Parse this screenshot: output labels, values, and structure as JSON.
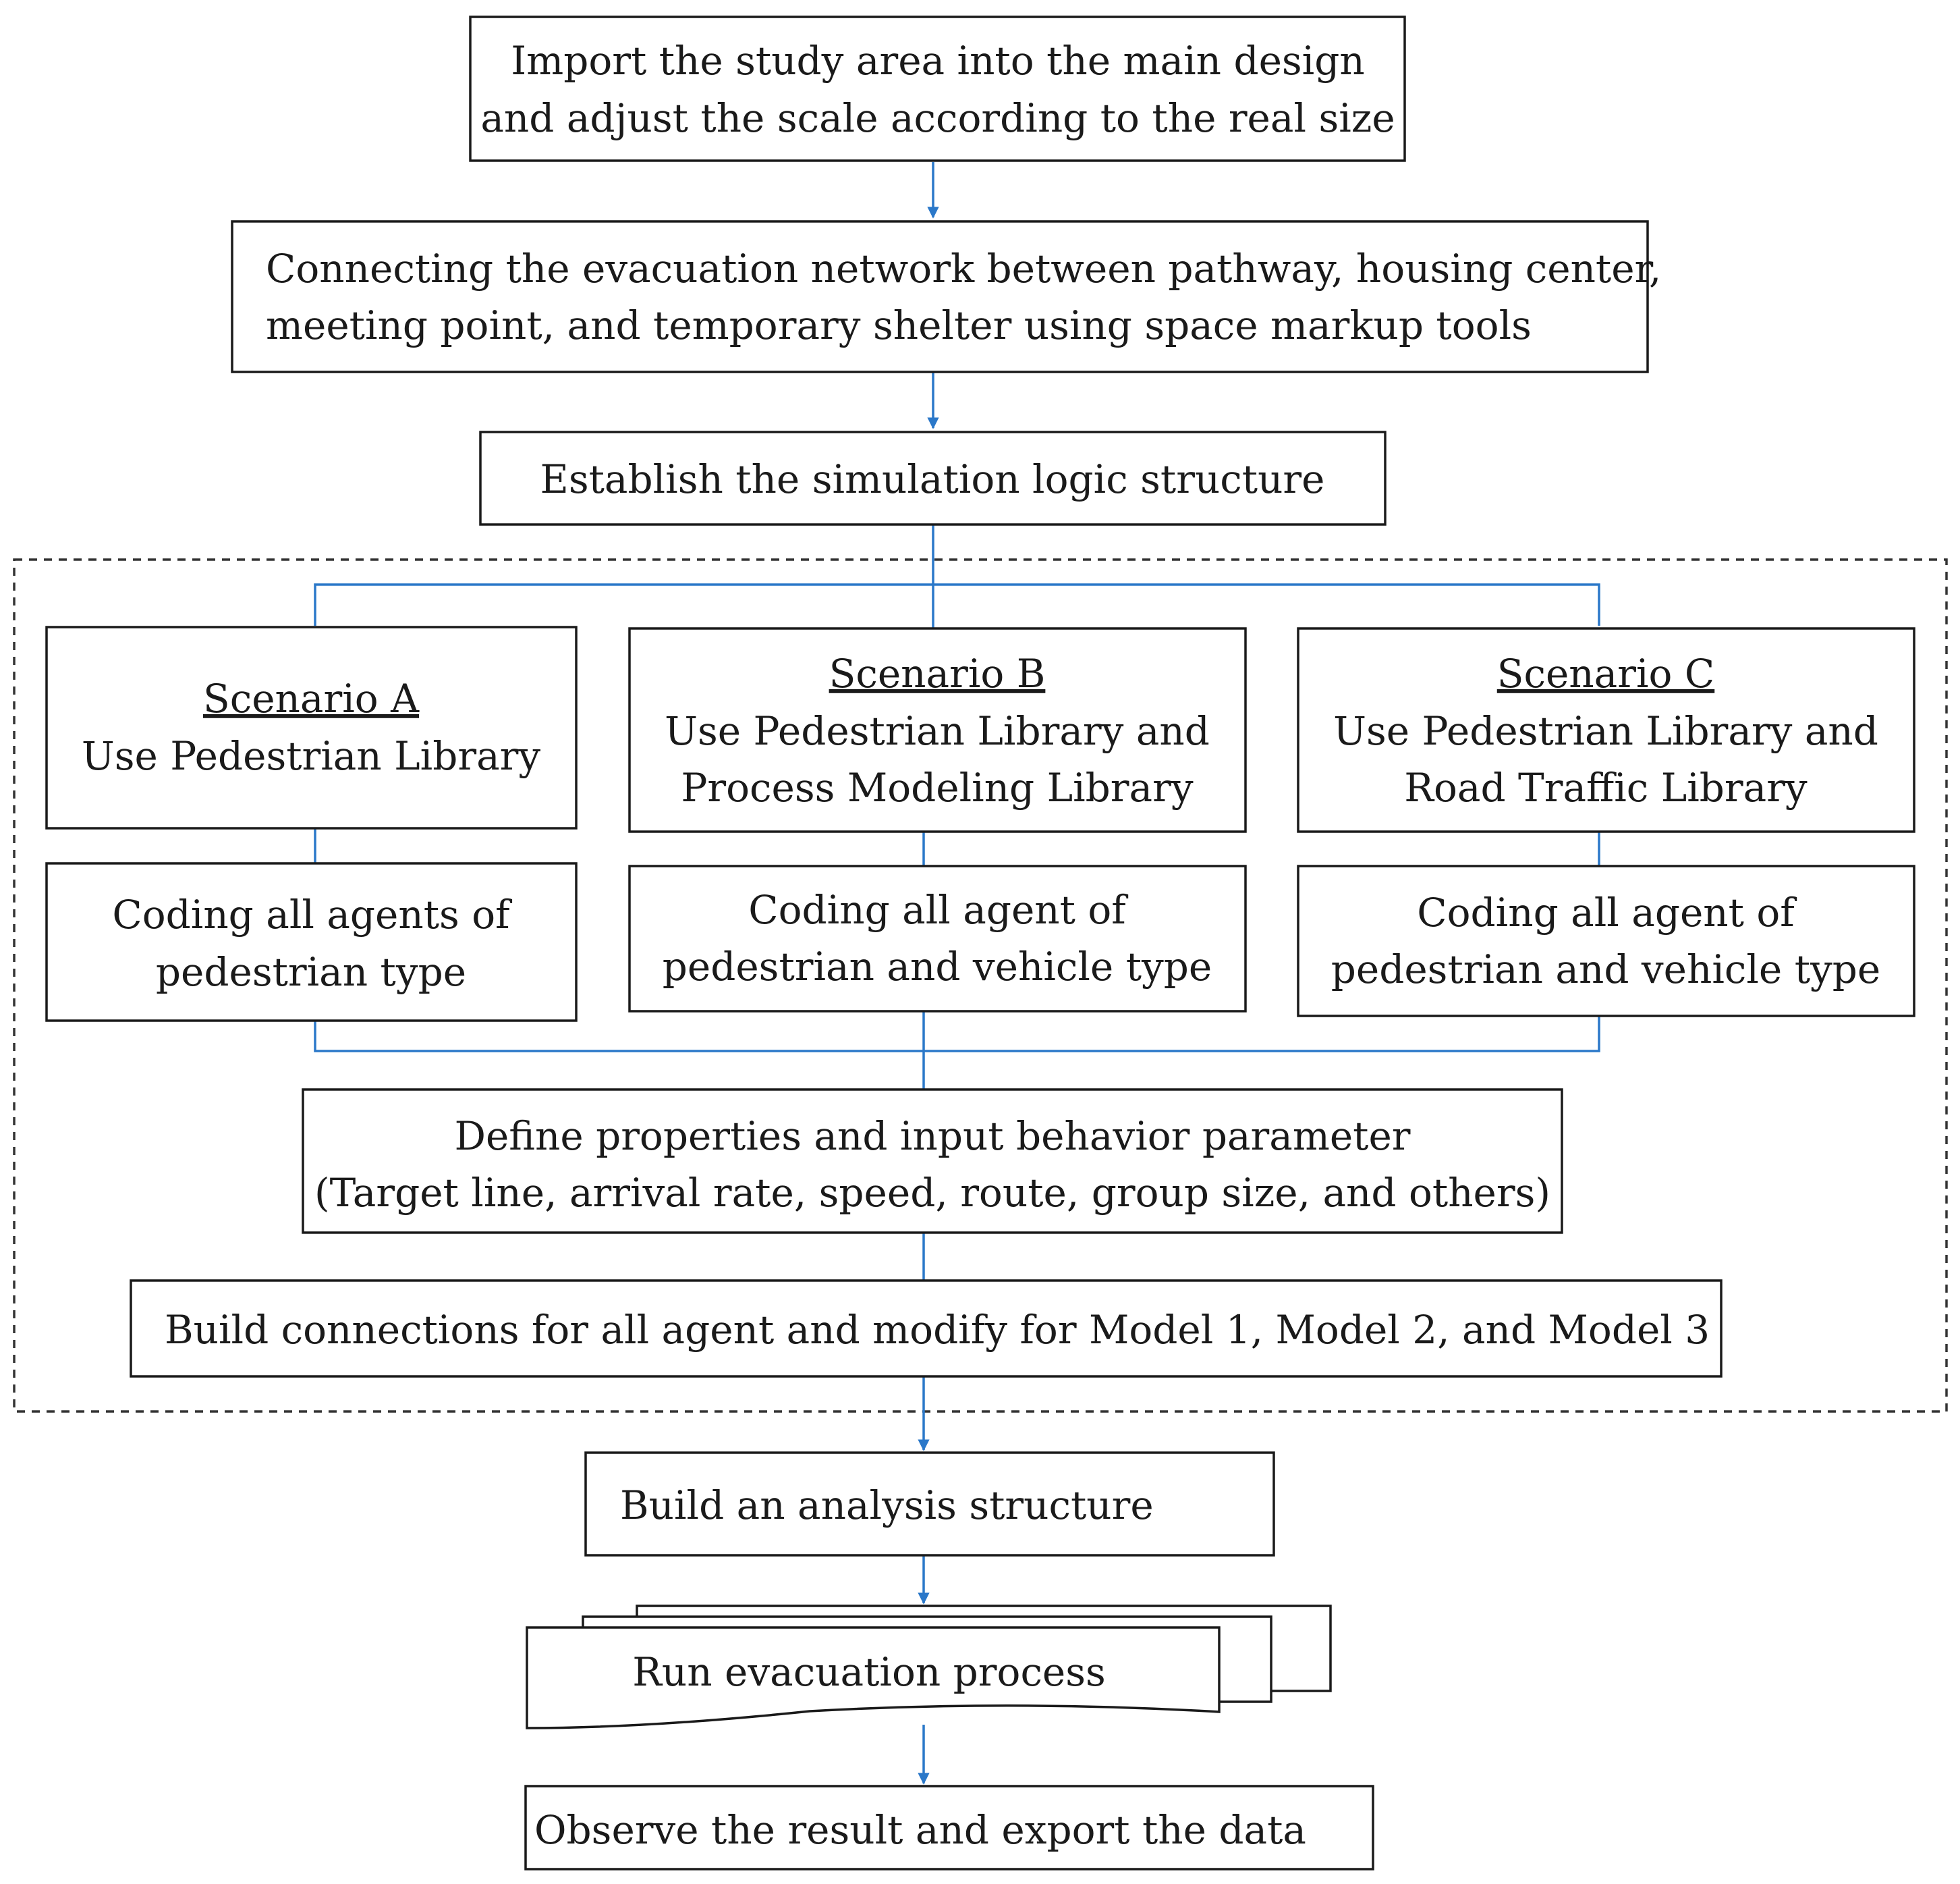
{
  "steps": {
    "import": [
      "Import the study area into the main design",
      "and adjust the scale according to the real size"
    ],
    "connecting": [
      "Connecting the evacuation network between pathway, housing center,",
      "meeting point, and temporary shelter using space markup tools"
    ],
    "establish": "Establish the simulation logic structure",
    "define": [
      "Define properties and input behavior parameter",
      "(Target line, arrival rate, speed, route, group size, and others)"
    ],
    "build_connections": "Build connections for all agent and modify for Model 1, Model 2, and Model 3",
    "build_analysis": "Build an analysis structure",
    "run": "Run evacuation process",
    "observe": "Observe the result and export the data"
  },
  "scenarios": [
    {
      "title": "Scenario A",
      "lines": [
        "Use Pedestrian Library"
      ],
      "coding": [
        "Coding all agents of",
        "pedestrian type"
      ]
    },
    {
      "title": "Scenario B",
      "lines": [
        "Use Pedestrian Library and",
        "Process Modeling Library"
      ],
      "coding": [
        "Coding all agent of",
        "pedestrian and vehicle type"
      ]
    },
    {
      "title": "Scenario C",
      "lines": [
        "Use Pedestrian Library and",
        "Road Traffic Library"
      ],
      "coding": [
        "Coding all agent of",
        "pedestrian and vehicle type"
      ]
    }
  ],
  "colors": {
    "connector": "#2b78c9",
    "border": "#1a1a1a"
  }
}
